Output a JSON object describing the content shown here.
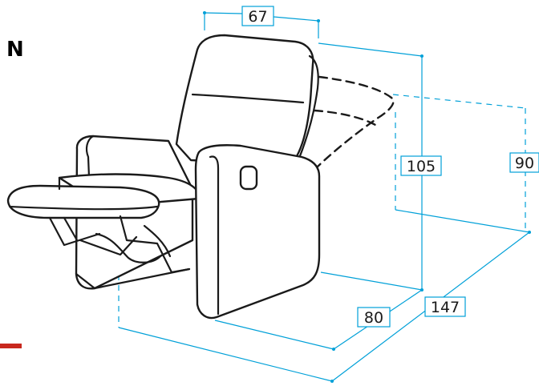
{
  "corner_text": "N",
  "accent_color": "#c8281e",
  "dimension_color": "#00a0d8",
  "dimensions": {
    "width_top": "67",
    "height_total": "105",
    "height_reclined": "90",
    "depth_upright": "80",
    "depth_reclined": "147"
  }
}
